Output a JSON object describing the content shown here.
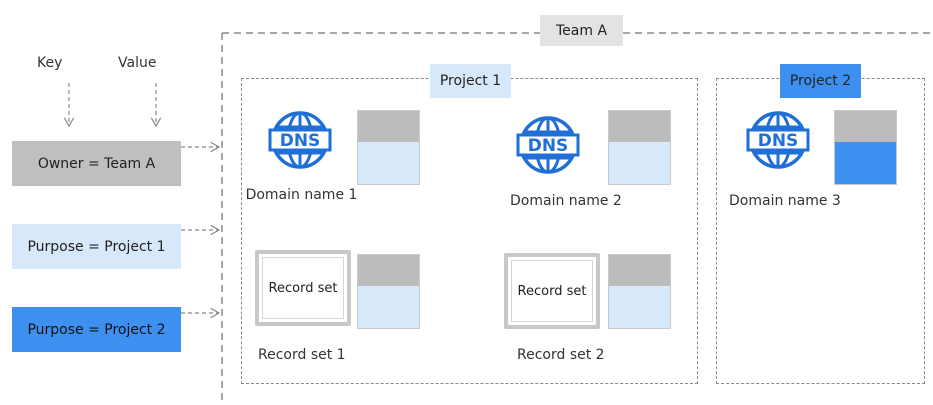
{
  "header": {
    "key_label": "Key",
    "value_label": "Value"
  },
  "tags": [
    {
      "text": "Owner = Team A",
      "bg": "#bfbfbf"
    },
    {
      "text": "Purpose = Project 1",
      "bg": "#d7e8fa"
    },
    {
      "text": "Purpose = Project 2",
      "bg": "#3d8ff0"
    }
  ],
  "team": {
    "label": "Team A",
    "label_bg": "#e3e3e3"
  },
  "projects": [
    {
      "label": "Project 1",
      "label_bg": "#d7e8fa"
    },
    {
      "label": "Project 2",
      "label_bg": "#3d8ff0"
    }
  ],
  "dns_icon_text": "DNS",
  "domains": [
    {
      "name": "Domain name 1"
    },
    {
      "name": "Domain name 2"
    },
    {
      "name": "Domain name 3"
    }
  ],
  "records": [
    {
      "icon_text": "Record set",
      "name": "Record set 1"
    },
    {
      "icon_text": "Record set",
      "name": "Record set 2"
    }
  ],
  "colors": {
    "dns_blue": "#1f6fd6",
    "swatch_top": "#bcbcbc",
    "swatch_light": "#d7e8fa",
    "swatch_dark": "#3d8ff0",
    "dash": "#8a8a8a"
  }
}
